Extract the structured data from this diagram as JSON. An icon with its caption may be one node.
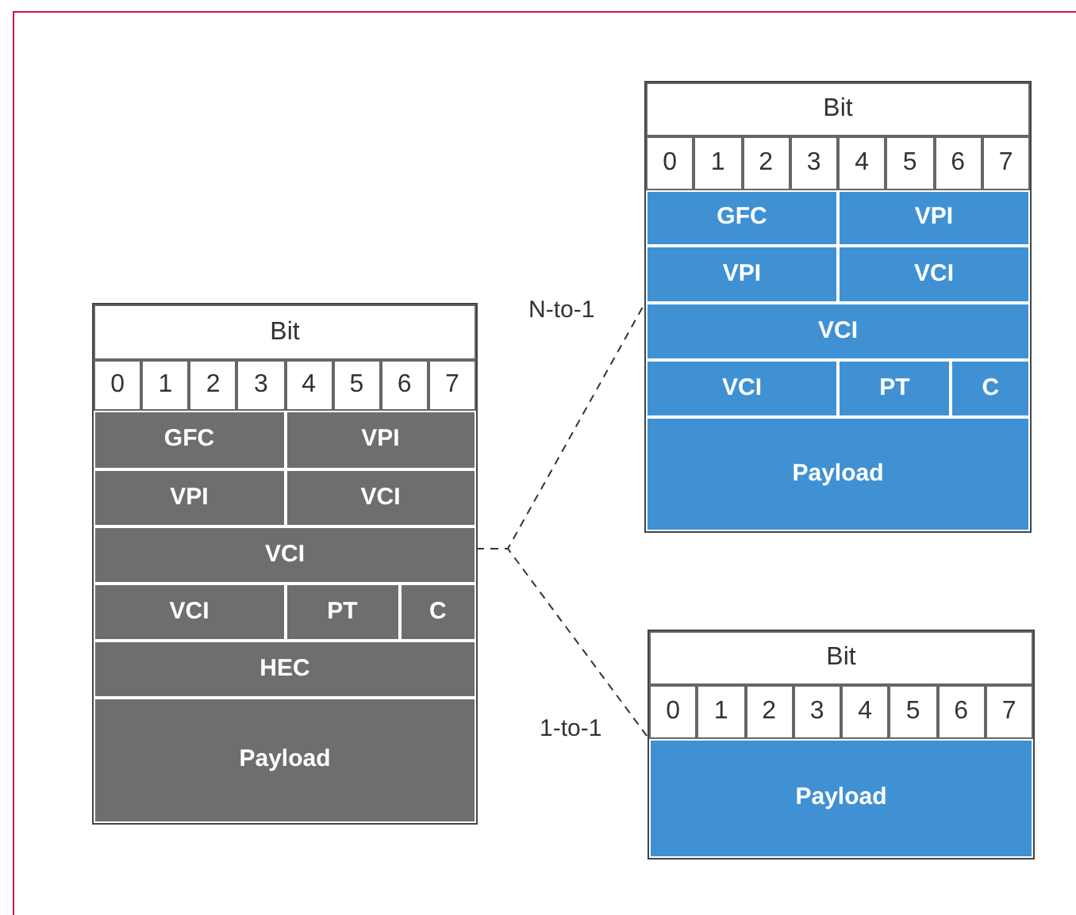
{
  "diagram": {
    "nodes": [
      {
        "text": [],
        "shape": "box"
      },
      {
        "text": [
          "Bit"
        ],
        "in": 0
      },
      {
        "text": [
          "0"
        ],
        "in": 0
      },
      {
        "text": [
          "1"
        ],
        "in": 0
      },
      {
        "text": [
          "2"
        ],
        "in": 0
      },
      {
        "text": [
          "3"
        ],
        "in": 0
      },
      {
        "text": [
          "4"
        ],
        "in": 0
      },
      {
        "text": [
          "5"
        ],
        "in": 0
      },
      {
        "text": [
          "6"
        ],
        "in": 0
      },
      {
        "text": [
          "7"
        ],
        "in": 0
      },
      {
        "text": [
          "GFC"
        ],
        "in": 0
      },
      {
        "text": [
          "VPI"
        ],
        "in": 0
      },
      {
        "text": [
          "VPI"
        ],
        "in": 0
      },
      {
        "text": [
          "VCI"
        ],
        "in": 0
      },
      {
        "text": [
          "VCI"
        ],
        "in": 0
      },
      {
        "text": [
          "VCI"
        ],
        "in": 0
      },
      {
        "text": [
          "PT"
        ],
        "in": 0
      },
      {
        "text": [
          "C"
        ],
        "in": 0
      },
      {
        "text": [
          "HEC"
        ],
        "in": 0
      },
      {
        "text": [
          "Payload"
        ],
        "in": 0
      },
      {
        "text": [],
        "shape": "box"
      },
      {
        "text": [
          "Bit"
        ],
        "in": 20
      },
      {
        "text": [
          "0"
        ],
        "in": 20
      },
      {
        "text": [
          "1"
        ],
        "in": 20
      },
      {
        "text": [
          "2"
        ],
        "in": 20
      },
      {
        "text": [
          "3"
        ],
        "in": 20
      },
      {
        "text": [
          "4"
        ],
        "in": 20
      },
      {
        "text": [
          "5"
        ],
        "in": 20
      },
      {
        "text": [
          "6"
        ],
        "in": 20
      },
      {
        "text": [
          "7"
        ],
        "in": 20
      },
      {
        "text": [
          "GFC"
        ],
        "in": 20
      },
      {
        "text": [
          "VPI"
        ],
        "in": 20
      },
      {
        "text": [
          "VPI"
        ],
        "in": 20
      },
      {
        "text": [
          "VCI"
        ],
        "in": 20
      },
      {
        "text": [
          "VCI"
        ],
        "in": 20
      },
      {
        "text": [
          "VCI"
        ],
        "in": 20
      },
      {
        "text": [
          "PT"
        ],
        "in": 20
      },
      {
        "text": [
          "C"
        ],
        "in": 20
      },
      {
        "text": [
          "Payload"
        ],
        "in": 20
      },
      {
        "text": [],
        "shape": "box"
      },
      {
        "text": [
          "Bit"
        ],
        "in": 39
      },
      {
        "text": [
          "0"
        ],
        "in": 39
      },
      {
        "text": [
          "1"
        ],
        "in": 39
      },
      {
        "text": [
          "2"
        ],
        "in": 39
      },
      {
        "text": [
          "3"
        ],
        "in": 39
      },
      {
        "text": [
          "4"
        ],
        "in": 39
      },
      {
        "text": [
          "5"
        ],
        "in": 39
      },
      {
        "text": [
          "6"
        ],
        "in": 39
      },
      {
        "text": [
          "7"
        ],
        "in": 39
      },
      {
        "text": [
          "Payload"
        ],
        "in": 39
      }
    ],
    "edges": [
      {
        "from": 0,
        "to": 20,
        "arrow": "none",
        "style": "dashed",
        "label": "N-to-1"
      },
      {
        "from": 0,
        "to": 39,
        "arrow": "none",
        "style": "dashed",
        "label": "1-to-1"
      }
    ]
  }
}
